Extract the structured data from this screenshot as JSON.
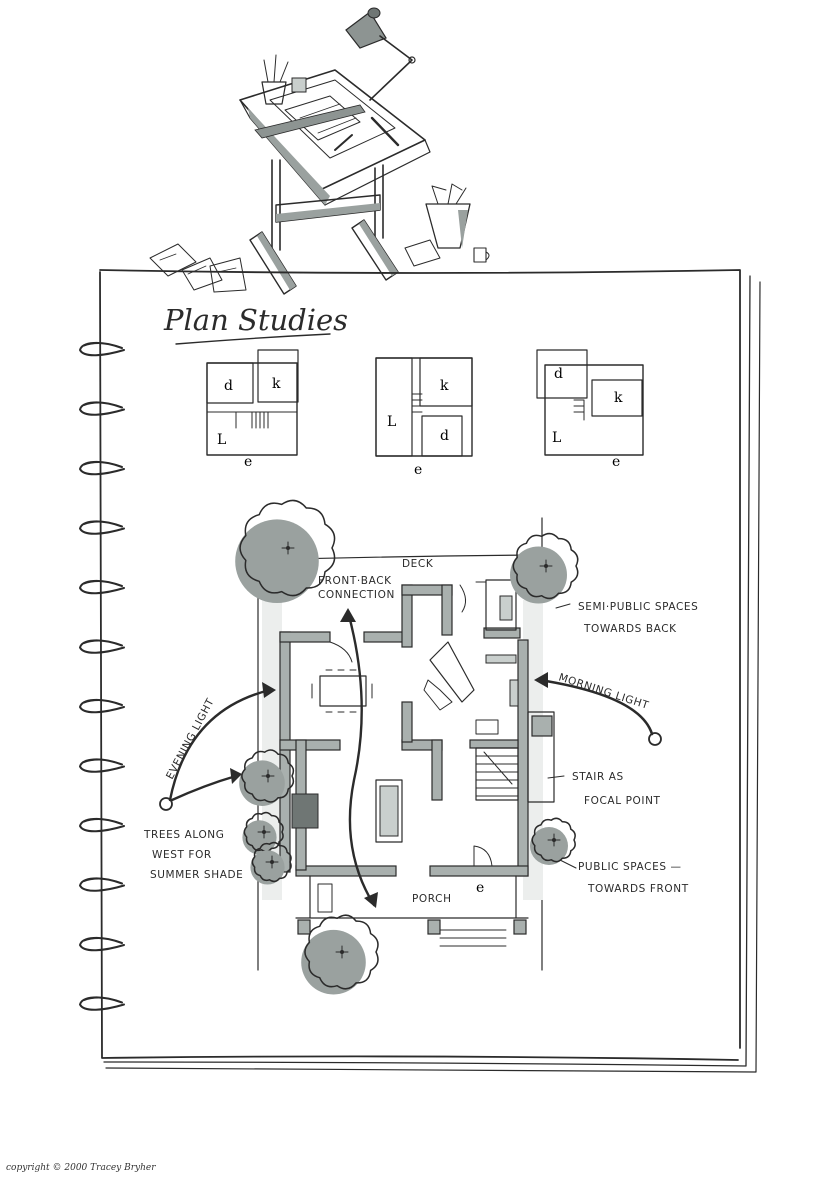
{
  "title": "Plan Studies",
  "copyright": "copyright © 2000 Tracey Bryher",
  "studies": [
    {
      "labels": [
        "d",
        "k",
        "L",
        "e"
      ]
    },
    {
      "labels": [
        "L",
        "k",
        "d",
        "e"
      ]
    },
    {
      "labels": [
        "d",
        "k",
        "L",
        "e"
      ]
    }
  ],
  "plan": {
    "deck": "DECK",
    "porch": "PORCH",
    "entry": "e"
  },
  "annotations": {
    "front_back": [
      "FRONT·BACK",
      "CONNECTION"
    ],
    "semi_public": [
      "SEMI·PUBLIC SPACES",
      "TOWARDS BACK"
    ],
    "morning_light": "MORNING LIGHT",
    "evening_light": "EVENING LIGHT",
    "stair": [
      "STAIR AS",
      "FOCAL POINT"
    ],
    "trees": [
      "TREES ALONG",
      "WEST FOR",
      "SUMMER SHADE"
    ],
    "public": [
      "PUBLIC SPACES —",
      "TOWARDS FRONT"
    ]
  },
  "colors": {
    "ink": "#2b2b2b",
    "marker_grey": "#a9b0ae",
    "paper": "#ffffff"
  },
  "icons": [
    "drafting-table-icon",
    "desk-lamp-icon",
    "spiral-binding-icon",
    "tree-icon"
  ]
}
